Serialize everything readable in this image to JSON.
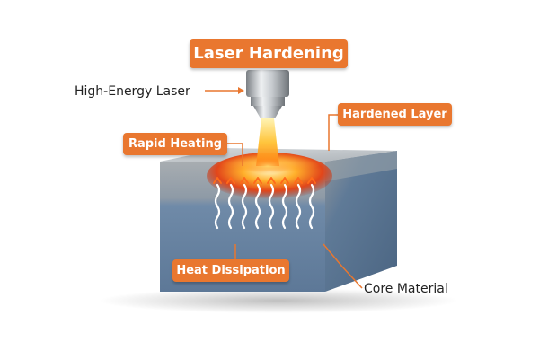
{
  "title": "Laser Hardening",
  "labels": {
    "laser": "High-Energy Laser",
    "hardened_layer": "Hardened Layer",
    "rapid_heating": "Rapid Heating",
    "heat_dissipation": "Heat Dissipation",
    "core_material": "Core Material"
  },
  "colors": {
    "accent": "#e9772f",
    "core": "#6d88a6",
    "hardened_surface": "#b9bfc3",
    "beam": "#ffb52a"
  }
}
